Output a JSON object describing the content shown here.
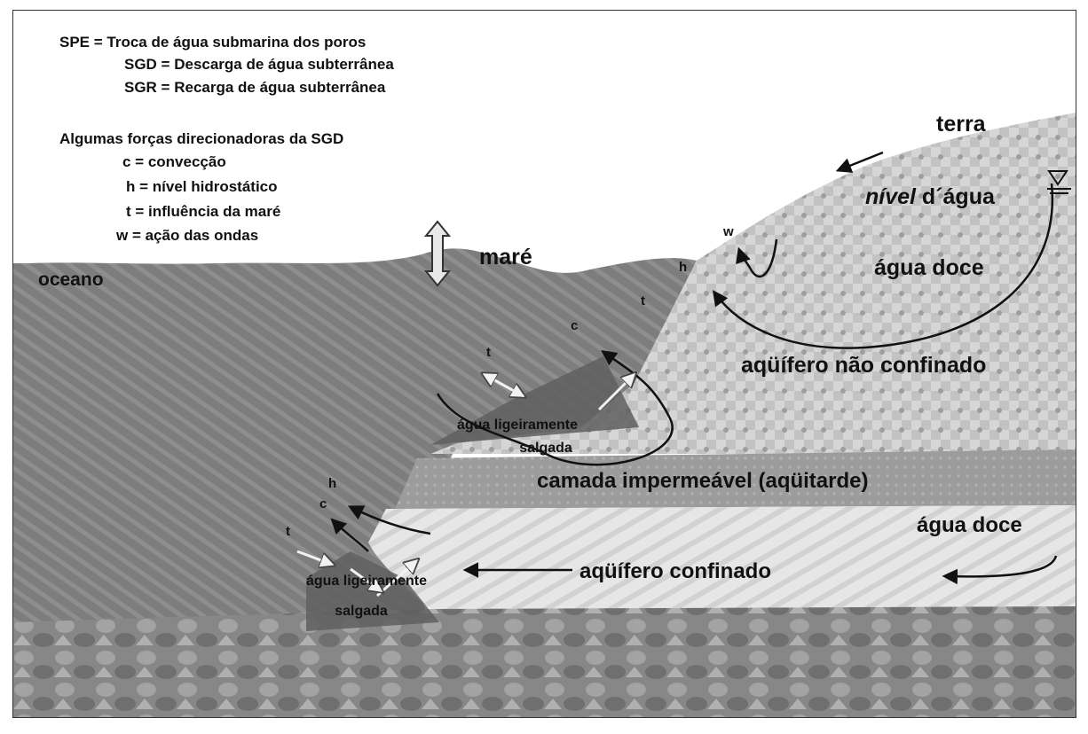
{
  "legend": {
    "line1": "SPE = Troca de água submarina dos poros",
    "line2": "SGD = Descarga de água subterrânea",
    "line3": "SGR = Recarga   de água subterrânea",
    "forces_title": "Algumas forças direcionadoras da SGD",
    "force_c": "c = convecção",
    "force_h": "h = nível hidrostático",
    "force_t": "t = influência da maré",
    "force_w": "w =  ação das ondas"
  },
  "labels": {
    "terra": "terra",
    "nivel_italic": "nível",
    "nivel_rest": " d´água",
    "mare": "maré",
    "oceano": "oceano",
    "agua_doce_upper": "água doce",
    "aquifero_nao_confinado": "aqüífero não confinado",
    "salobra_upper_1": "água ligeiramente",
    "salobra_upper_2": "salgada",
    "camada": "camada impermeável (aqüitarde)",
    "agua_doce_lower": "água doce",
    "aquifero_confinado": "aqüífero confinado",
    "salobra_lower_1": "água ligeiramente",
    "salobra_lower_2": "salgada",
    "c": "c",
    "h": "h",
    "t": "t",
    "w": "w"
  },
  "colors": {
    "ocean": "#7d7d7d",
    "land_fresh": "#c4c4c4",
    "aquitard": "#9c9c9c",
    "confined": "#e4e4e4",
    "bedrock": "#8a8a8a",
    "brackish": "#5f5f5f",
    "text": "#111111"
  }
}
